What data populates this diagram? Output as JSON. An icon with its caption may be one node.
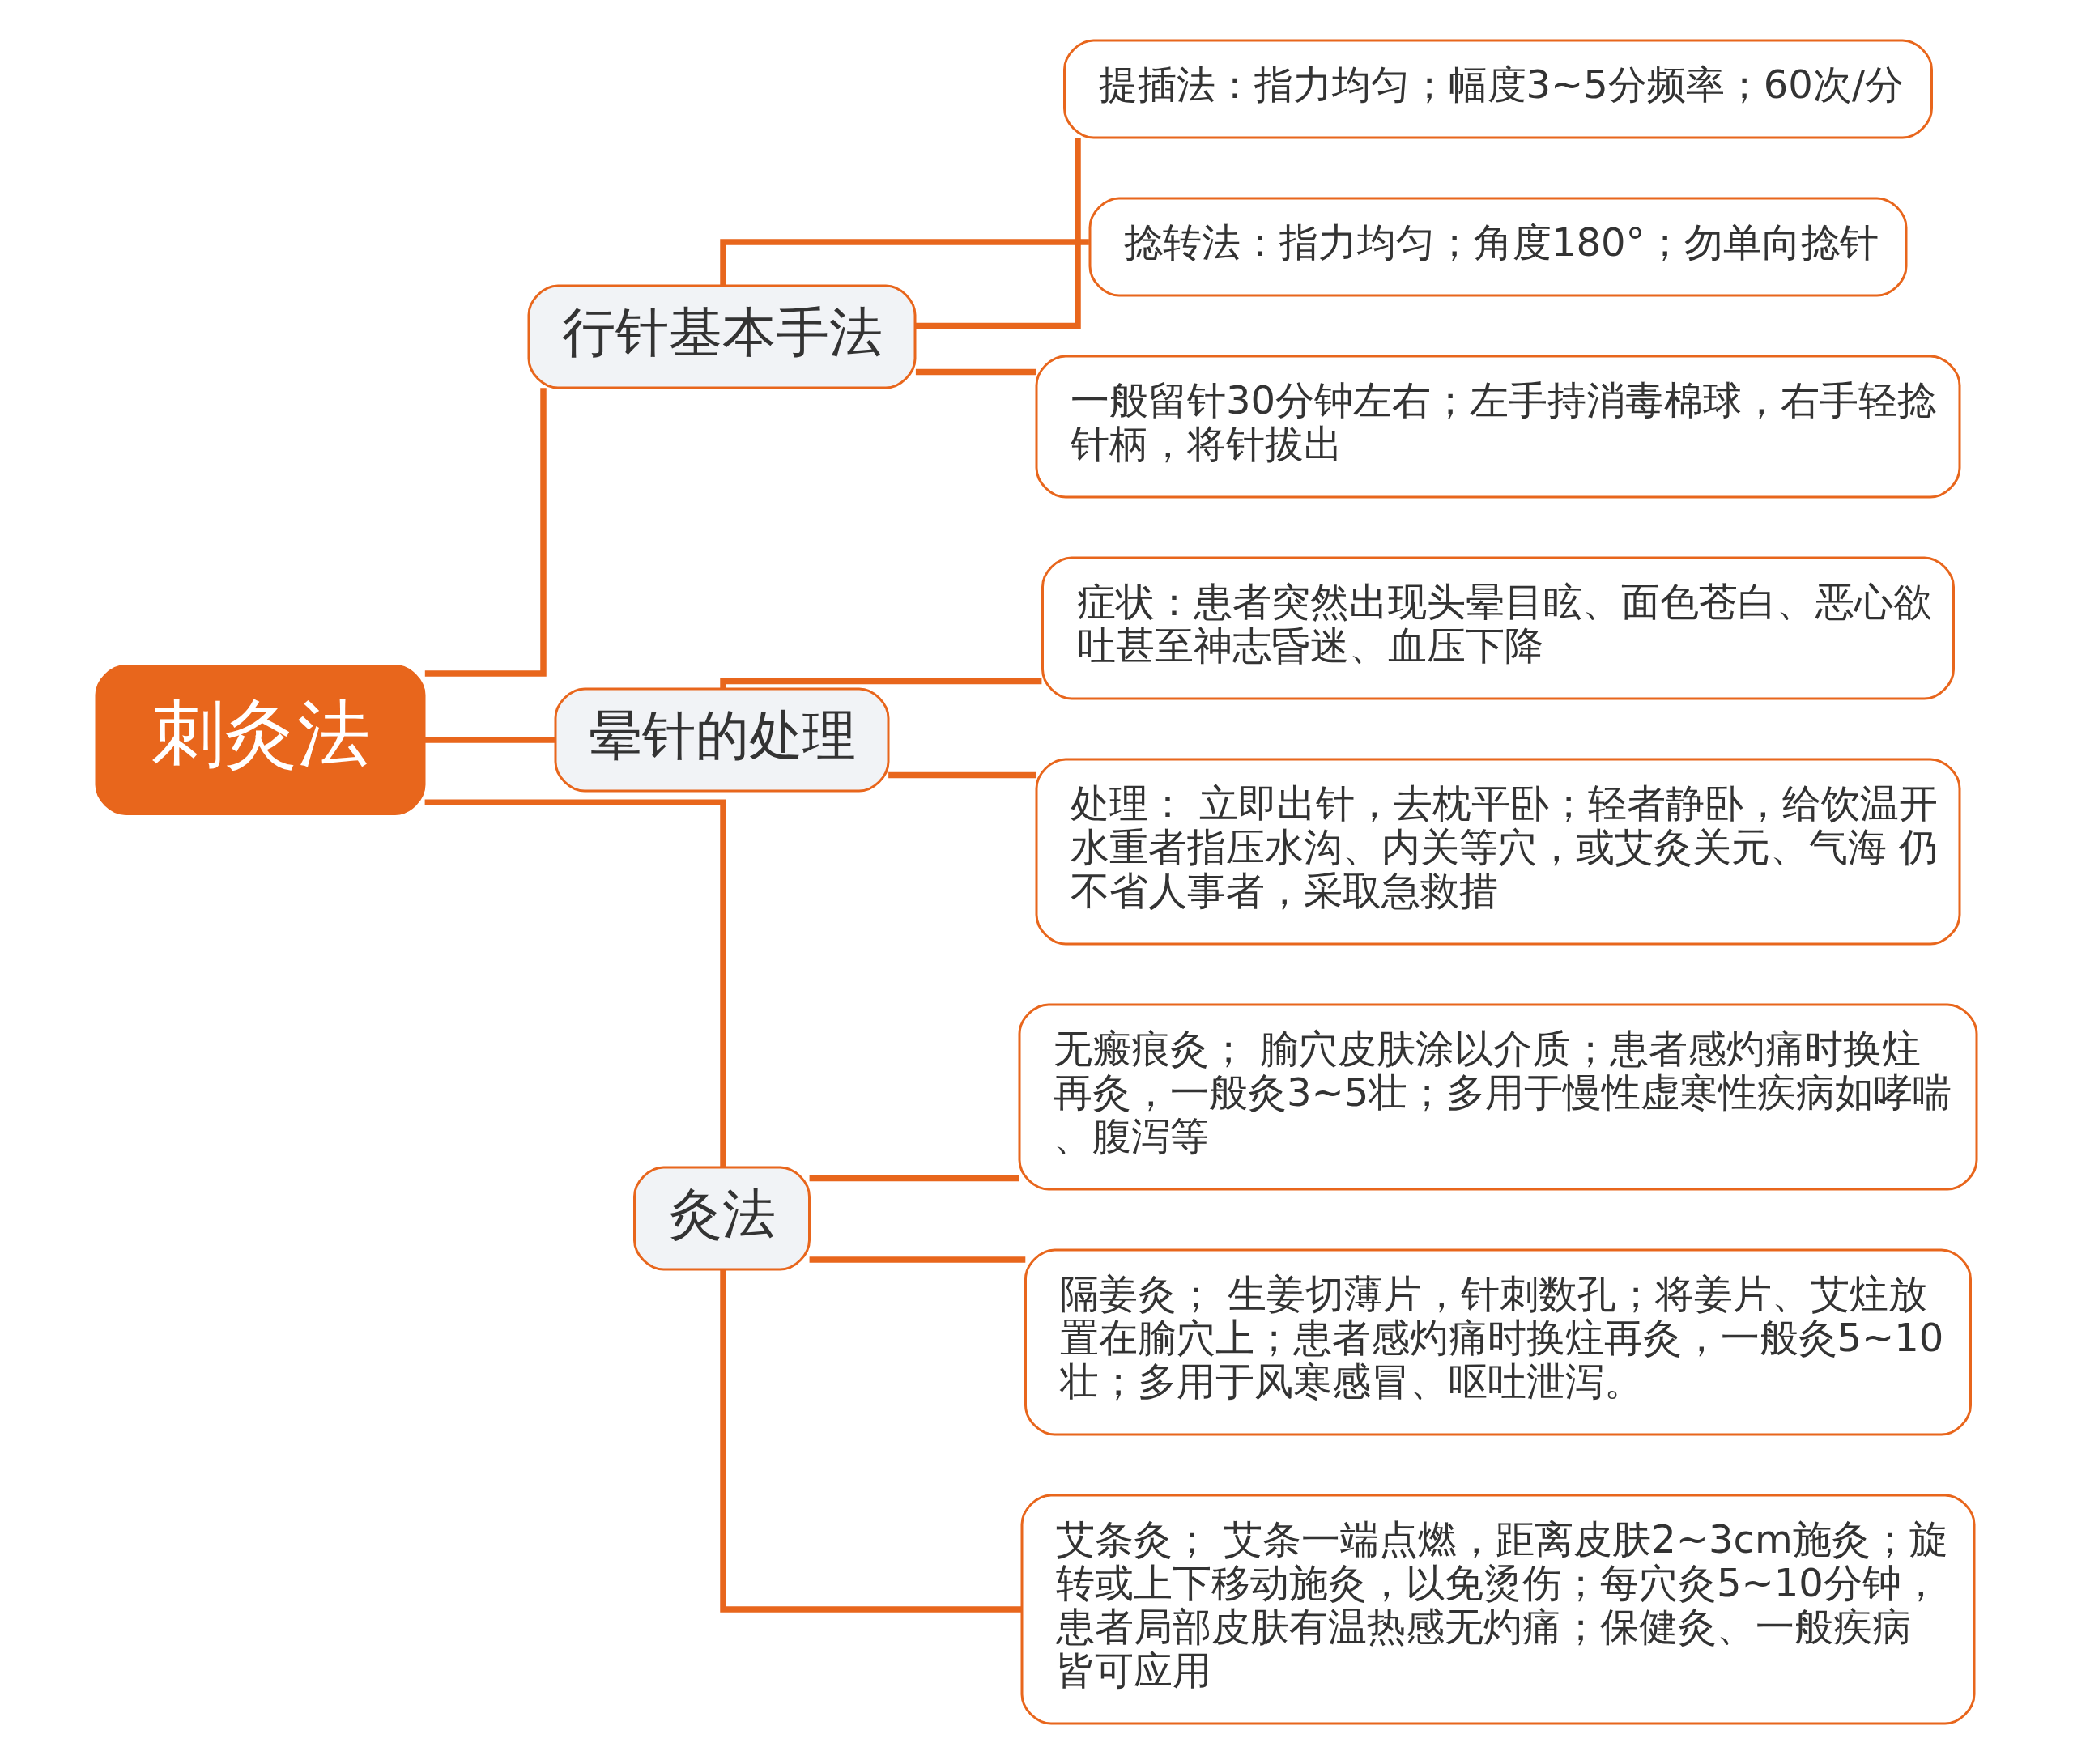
{
  "diagram": {
    "nodes": [
      {
        "text": [
          "刺灸法"
        ]
      },
      {
        "text": [
          "行针基本手法"
        ]
      },
      {
        "text": [
          "提插法：指力均匀；幅度3~5分频率；60次/分"
        ]
      },
      {
        "text": [
          "捻转法：指力均匀；角度180°；勿单向捻针"
        ]
      },
      {
        "text": [
          "一般留针30分钟左右；左手持消毒棉球，右手轻捻针柄，将针拔出"
        ]
      },
      {
        "text": [
          "晕针的处理"
        ]
      },
      {
        "text": [
          "症状：患者突然出现头晕目眩、面色苍白、恶心欲吐甚至神志昏迷、血压下降"
        ]
      },
      {
        "text": [
          "处理： 立即出针，去枕平卧；轻者静卧，给饮温开水重者指压水沟、内关等穴，或艾灸关元、气海 仍不省人事者，采取急救措"
        ]
      },
      {
        "text": [
          "灸法"
        ]
      },
      {
        "text": [
          "无瘢痕灸； 腧穴皮肤涂以介质；患者感灼痛时换炷再灸，一般灸3~5壮；多用于慢性虚寒性疾病如哮喘、腹泻等"
        ]
      },
      {
        "text": [
          "隔姜灸； 生姜切薄片，针刺数孔；将姜片、艾炷放置在腧穴上；患者感灼痛时换炷再灸，一般灸5~10壮；多用于风寒感冒、呕吐泄泻。"
        ]
      },
      {
        "text": [
          "艾条灸； 艾条一端点燃，距离皮肤2~3cm施灸；旋转或上下移动施灸，以免烫伤；每穴灸5~10分钟，患者局部皮肤有温热感无灼痛；保健灸、一般疾病皆可应用"
        ]
      }
    ],
    "edges": [
      {
        "from": 0,
        "to": 1,
        "arrow": "none"
      },
      {
        "from": 1,
        "to": 2,
        "arrow": "none"
      },
      {
        "from": 1,
        "to": 3,
        "arrow": "none"
      },
      {
        "from": 1,
        "to": 4,
        "arrow": "none"
      },
      {
        "from": 0,
        "to": 5,
        "arrow": "none"
      },
      {
        "from": 5,
        "to": 6,
        "arrow": "none"
      },
      {
        "from": 5,
        "to": 7,
        "arrow": "none"
      },
      {
        "from": 0,
        "to": 8,
        "arrow": "none"
      },
      {
        "from": 8,
        "to": 9,
        "arrow": "none"
      },
      {
        "from": 8,
        "to": 10,
        "arrow": "none"
      },
      {
        "from": 8,
        "to": 11,
        "arrow": "none"
      }
    ]
  }
}
